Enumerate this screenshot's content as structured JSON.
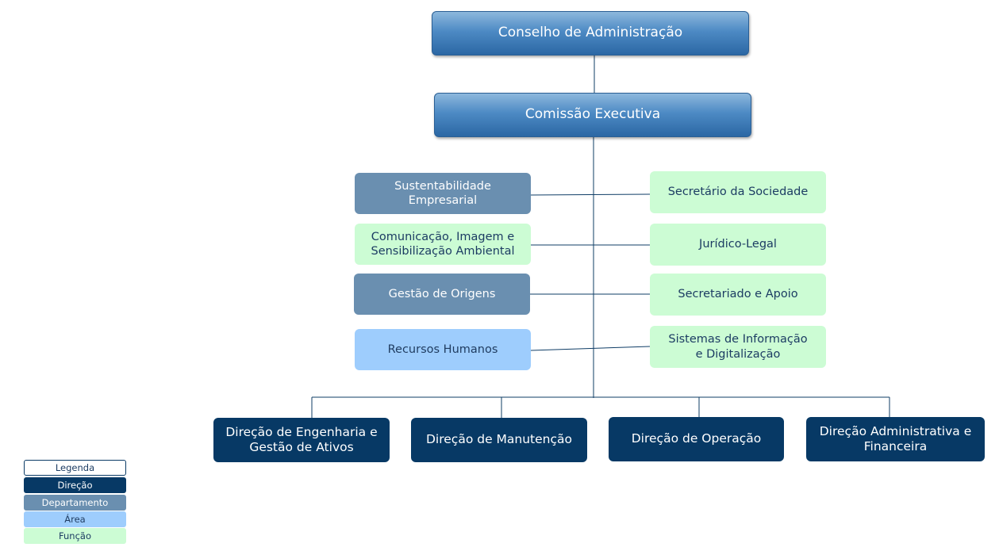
{
  "top": {
    "conselho": "Conselho de Administração",
    "comissao": "Comissão Executiva"
  },
  "left_units": [
    {
      "label": "Sustentabilidade\nEmpresarial",
      "type": "Departamento"
    },
    {
      "label": "Comunicação, Imagem e\nSensibilização Ambiental",
      "type": "Função"
    },
    {
      "label": "Gestão de Origens",
      "type": "Departamento"
    },
    {
      "label": "Recursos Humanos",
      "type": "Área"
    }
  ],
  "right_units": [
    {
      "label": "Secretário da Sociedade",
      "type": "Função"
    },
    {
      "label": "Jurídico-Legal",
      "type": "Função"
    },
    {
      "label": "Secretariado e Apoio",
      "type": "Função"
    },
    {
      "label": "Sistemas de Informação\ne Digitalização",
      "type": "Função"
    }
  ],
  "direcoes": [
    "Direção de Engenharia e\nGestão de Ativos",
    "Direção de Manutenção",
    "Direção de Operação",
    "Direção Administrativa e\nFinanceira"
  ],
  "legend": {
    "title": "Legenda",
    "items": [
      "Direção",
      "Departamento",
      "Área",
      "Função"
    ]
  },
  "colors": {
    "direcao": "#073965",
    "departamento": "#6a8fb0",
    "area": "#9ecdfd",
    "funcao": "#ccfcd4",
    "top_gradient": "#4d8ac4",
    "connector": "#0f3d66"
  }
}
